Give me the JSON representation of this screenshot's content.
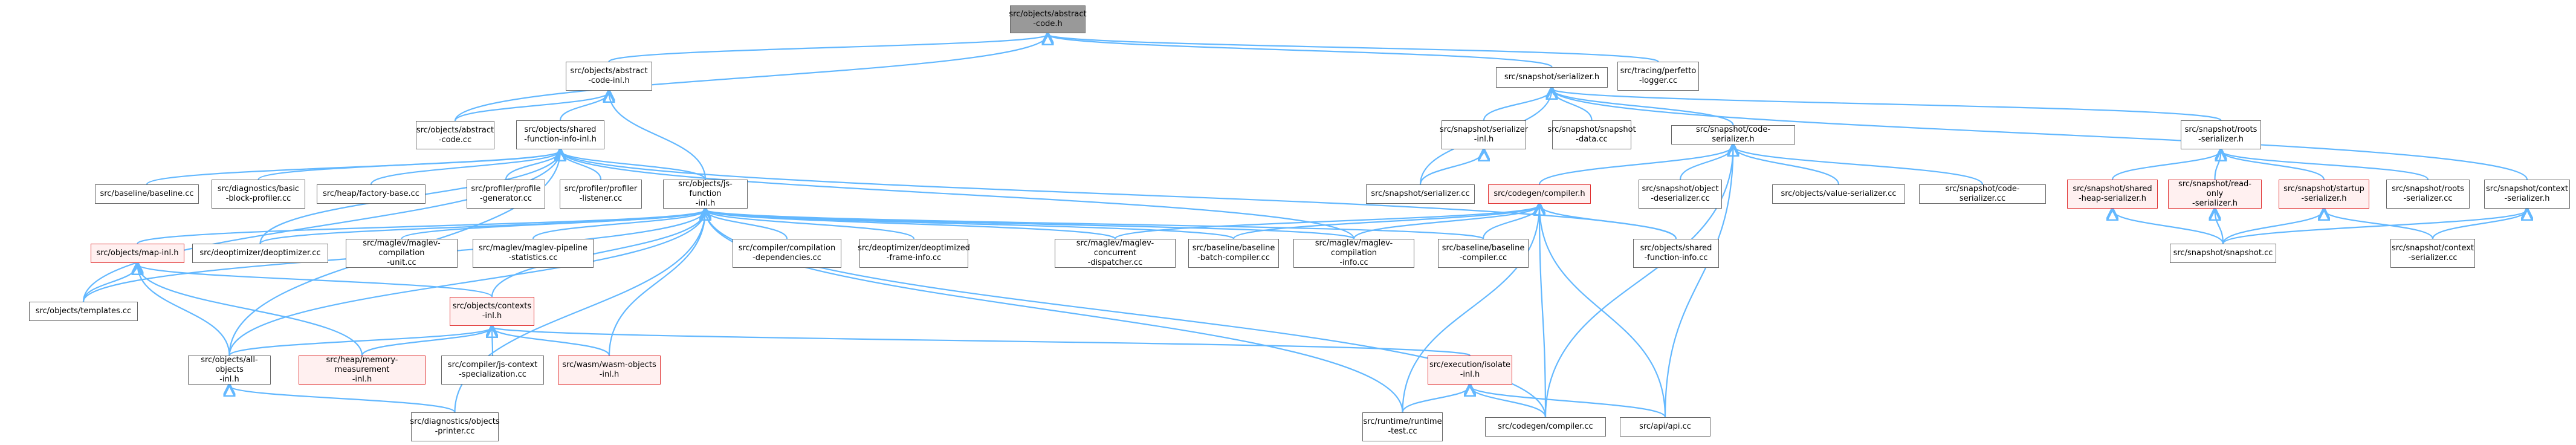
{
  "colors": {
    "edge": "#63b8ff",
    "node_border": "#666666",
    "node_fill": "#ffffff",
    "root_fill": "#999999",
    "highlight_border": "#e03030",
    "highlight_fill": "#fff0f0"
  },
  "nodes": {
    "abstract_code_h": "src/objects/abstract\n-code.h",
    "abstract_code_inl_h": "src/objects/abstract\n-code-inl.h",
    "snapshot_serializer_h": "src/snapshot/serializer.h",
    "perfetto_logger_cc": "src/tracing/perfetto\n-logger.cc",
    "abstract_code_cc": "src/objects/abstract\n-code.cc",
    "shared_function_info_inl_h": "src/objects/shared\n-function-info-inl.h",
    "serializer_inl_h": "src/snapshot/serializer\n-inl.h",
    "snapshot_data_cc": "src/snapshot/snapshot\n-data.cc",
    "code_serializer_h": "src/snapshot/code-serializer.h",
    "roots_serializer_h": "src/snapshot/roots\n-serializer.h",
    "baseline_cc": "src/baseline/baseline.cc",
    "diagnostics_basic_block_profiler_cc": "src/diagnostics/basic\n-block-profiler.cc",
    "factory_base_cc": "src/heap/factory-base.cc",
    "profile_generator_cc": "src/profiler/profile\n-generator.cc",
    "profiler_listener_cc": "src/profiler/profiler\n-listener.cc",
    "js_function_inl_h": "src/objects/js-function\n-inl.h",
    "serializer_cc": "src/snapshot/serializer.cc",
    "codegen_compiler_h": "src/codegen/compiler.h",
    "object_deserializer_cc": "src/snapshot/object\n-deserializer.cc",
    "value_serializer_cc": "src/objects/value-serializer.cc",
    "code_serializer_cc": "src/snapshot/code-serializer.cc",
    "shared_heap_serializer_h": "src/snapshot/shared\n-heap-serializer.h",
    "read_only_serializer_h": "src/snapshot/read-only\n-serializer.h",
    "startup_serializer_h": "src/snapshot/startup\n-serializer.h",
    "roots_serializer_cc": "src/snapshot/roots\n-serializer.cc",
    "context_serializer_h": "src/snapshot/context\n-serializer.h",
    "map_inl_h": "src/objects/map-inl.h",
    "deoptimizer_cc": "src/deoptimizer/deoptimizer.cc",
    "maglev_compilation_unit_cc": "src/maglev/maglev-compilation\n-unit.cc",
    "maglev_pipeline_statistics_cc": "src/maglev/maglev-pipeline\n-statistics.cc",
    "compilation_dependencies_cc": "src/compiler/compilation\n-dependencies.cc",
    "deoptimized_frame_info_cc": "src/deoptimizer/deoptimized\n-frame-info.cc",
    "maglev_concurrent_dispatcher_cc": "src/maglev/maglev-concurrent\n-dispatcher.cc",
    "baseline_batch_compiler_cc": "src/baseline/baseline\n-batch-compiler.cc",
    "maglev_compilation_info_cc": "src/maglev/maglev-compilation\n-info.cc",
    "baseline_compiler_cc": "src/baseline/baseline\n-compiler.cc",
    "shared_function_info_cc": "src/objects/shared\n-function-info.cc",
    "snapshot_cc": "src/snapshot/snapshot.cc",
    "context_serializer_cc": "src/snapshot/context\n-serializer.cc",
    "templates_cc": "src/objects/templates.cc",
    "contexts_inl_h": "src/objects/contexts\n-inl.h",
    "all_objects_inl_h": "src/objects/all-objects\n-inl.h",
    "memory_measurement_inl_h": "src/heap/memory-measurement\n-inl.h",
    "js_context_specialization_cc": "src/compiler/js-context\n-specialization.cc",
    "wasm_objects_inl_h": "src/wasm/wasm-objects\n-inl.h",
    "isolate_inl_h": "src/execution/isolate\n-inl.h",
    "objects_printer_cc": "src/diagnostics/objects\n-printer.cc",
    "runtime_test_cc": "src/runtime/runtime\n-test.cc",
    "codegen_compiler_cc": "src/codegen/compiler.cc",
    "api_cc": "src/api/api.cc"
  }
}
